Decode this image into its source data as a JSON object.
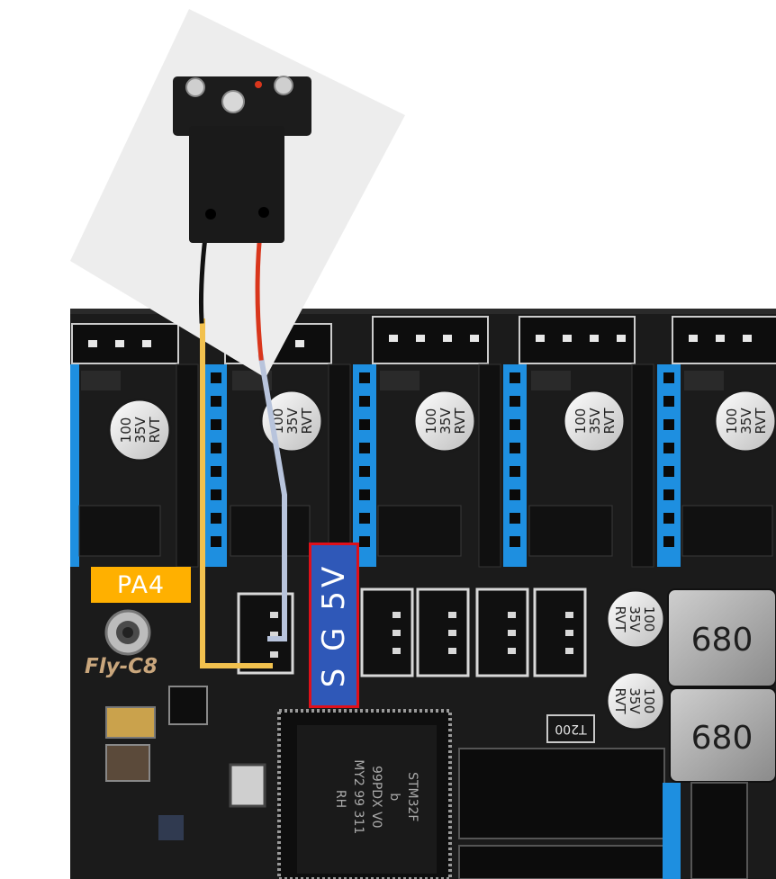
{
  "board": {
    "name": "Fly-C8",
    "pin_label": "PA4",
    "connector_label": "S G 5V",
    "capacitor_marking_lines": [
      "100",
      "35V",
      "RVT"
    ],
    "inductor_marking": "680",
    "resistor_marking": "T200",
    "mcu_marking_lines": [
      "STM32F",
      "b",
      "99PDX V0",
      "MY2 99 311",
      "RH"
    ]
  },
  "colors": {
    "board": "#1a1a1a",
    "header_blue": "#1e8fe0",
    "header_black": "#101010",
    "wire_signal": "#f2c14e",
    "wire_ground": "#b8c4dc",
    "wire_red": "#d9361c",
    "pin_label_bg": "#ffb000",
    "connector_label_bg": "#2f58b8",
    "connector_label_border": "#e0101a"
  }
}
